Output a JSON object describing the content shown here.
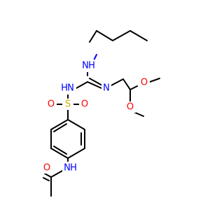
{
  "molecule": {
    "atoms": {
      "nh_butyl": {
        "symbol": "N",
        "h": "H",
        "color": "#0000ff"
      },
      "nh_sulfonyl": {
        "symbol": "N",
        "h": "H",
        "color": "#0000ff"
      },
      "n_imine": {
        "symbol": "N",
        "color": "#0000ff"
      },
      "o_methoxy_1": {
        "symbol": "O",
        "color": "#ff0000"
      },
      "o_methoxy_2": {
        "symbol": "O",
        "color": "#ff0000"
      },
      "s_sulfonyl": {
        "symbol": "S",
        "color": "#ccb000"
      },
      "o_sulfonyl_left": {
        "symbol": "O",
        "color": "#ff0000"
      },
      "o_sulfonyl_right": {
        "symbol": "O",
        "color": "#ff0000"
      },
      "nh_amide": {
        "symbol": "N",
        "h": "H",
        "color": "#0000ff"
      },
      "o_carbonyl": {
        "symbol": "O",
        "color": "#ff0000"
      }
    },
    "colors": {
      "carbon": "#000000",
      "nitrogen": "#0000ff",
      "oxygen": "#ff0000",
      "sulfur": "#ccb000"
    }
  }
}
